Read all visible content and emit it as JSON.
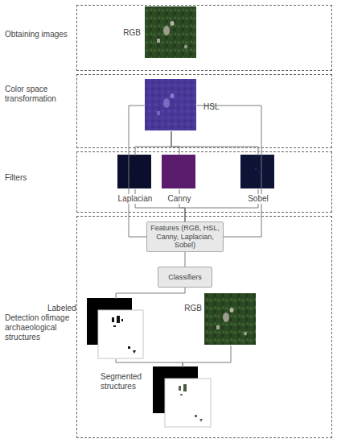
{
  "diagram": {
    "nodes": [
      {
        "text": [
          "Obtaining images"
        ]
      },
      {
        "text": [
          "RGB"
        ],
        "in": 0
      },
      {
        "text": [
          "Color space transformation"
        ]
      },
      {
        "text": [
          "HSL"
        ],
        "in": 2
      },
      {
        "text": [
          "Filters"
        ]
      },
      {
        "text": [
          "Laplacian"
        ],
        "in": 4
      },
      {
        "text": [
          "Canny"
        ],
        "in": 4
      },
      {
        "text": [
          "Sobel"
        ],
        "in": 4
      },
      {
        "text": [
          "Detection of archaeological structures"
        ]
      },
      {
        "text": [
          "Features (RGB, HSL, Canny, Laplacian, Sobel)"
        ],
        "in": 8
      },
      {
        "text": [
          "Classifiers"
        ],
        "in": 8
      },
      {
        "text": [
          "Labeled image"
        ],
        "in": 8
      },
      {
        "text": [
          "RGB"
        ],
        "in": 8
      },
      {
        "text": [
          "Segmented structures"
        ],
        "in": 8
      }
    ],
    "edges": [
      {
        "from": 3,
        "to": 9,
        "arrow": "none"
      },
      {
        "from": 3,
        "to": 9,
        "arrow": "none"
      },
      {
        "from": 3,
        "to": 5,
        "arrow": "none"
      },
      {
        "from": 3,
        "to": 6,
        "arrow": "none"
      },
      {
        "from": 3,
        "to": 7,
        "arrow": "none"
      },
      {
        "from": 5,
        "to": 9,
        "arrow": "none"
      },
      {
        "from": 6,
        "to": 9,
        "arrow": "none"
      },
      {
        "from": 7,
        "to": 9,
        "arrow": "none"
      },
      {
        "from": 9,
        "to": 10,
        "arrow": "none"
      },
      {
        "from": 10,
        "to": 11,
        "arrow": "none"
      },
      {
        "from": 11,
        "to": 13,
        "arrow": "none"
      },
      {
        "from": 12,
        "to": 13,
        "arrow": "none"
      }
    ]
  }
}
